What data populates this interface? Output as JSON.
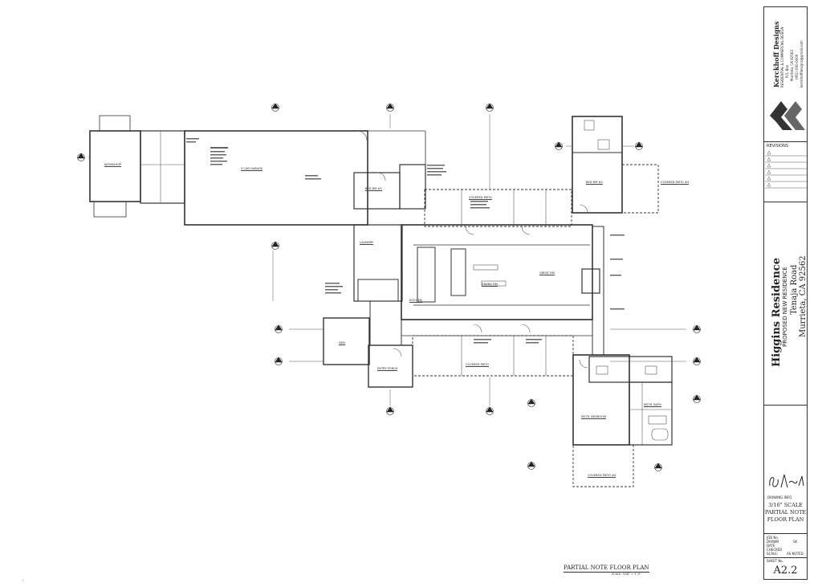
{
  "title_block": {
    "company": "Kerckhoff Designs",
    "company_tagline": "RESIDENTIAL & COMMERCIAL DESIGN",
    "company_po": "P.O. Box",
    "company_city": "Murrieta, CA 92563",
    "company_phone": "(951) 000-0000",
    "company_email": "kerckhoffdesigns@gmail.com",
    "revisions_label": "REVISIONS",
    "project_name": "Higgins Residence",
    "project_subtitle": "PROPOSED NEW RESIDENCE",
    "address_line1": "Tenaja Road",
    "address_line2": "Murrieta, CA 92562",
    "drawing_info_label": "DRAWING INFO",
    "drawing_scale": "3/16\" SCALE",
    "drawing_name_1": "PARTIAL NOTE",
    "drawing_name_2": "FLOOR PLAN",
    "fields": [
      {
        "label": "JOB No.",
        "value": ""
      },
      {
        "label": "DRAWN",
        "value": "SK"
      },
      {
        "label": "DATE",
        "value": ""
      },
      {
        "label": "CHECKED",
        "value": ""
      }
    ],
    "scale_label": "SCALE:",
    "scale_value": "AS NOTED",
    "sheet_label": "SHEET No.",
    "sheet_number": "A2.2"
  },
  "plan": {
    "caption": "PARTIAL NOTE FLOOR PLAN",
    "scale_note": "SCALE: 3/16\" = 1'-0\"",
    "rooms": [
      {
        "id": "workshop",
        "label": "WORKSHOP"
      },
      {
        "id": "garage",
        "label": "3 CAR GARAGE"
      },
      {
        "id": "great-rm",
        "label": "GREAT RM"
      },
      {
        "id": "kitchen",
        "label": "KITCHEN"
      },
      {
        "id": "dining-rm",
        "label": "DINING RM"
      },
      {
        "id": "covered-patio-n",
        "label": "COVERED PATIO"
      },
      {
        "id": "covered-patio-s",
        "label": "COVERED PATIO"
      },
      {
        "id": "bedroom-2",
        "label": "BED RM #2"
      },
      {
        "id": "bedroom-3",
        "label": "BED RM #3"
      },
      {
        "id": "master-bedroom",
        "label": "MSTR. BEDROOM"
      },
      {
        "id": "master-bath",
        "label": "MSTR. BATH"
      },
      {
        "id": "entry-porch",
        "label": "ENTRY PORCH"
      },
      {
        "id": "den",
        "label": "DEN"
      },
      {
        "id": "laundry",
        "label": "LAUNDRY"
      },
      {
        "id": "covered-patio-ne",
        "label": "COVERED PATIO #3"
      },
      {
        "id": "covered-patio-se",
        "label": "COVERED PATIO #4"
      }
    ]
  },
  "colors": {
    "line": "#333333",
    "accent": "#444444"
  },
  "corner_mark": "r"
}
